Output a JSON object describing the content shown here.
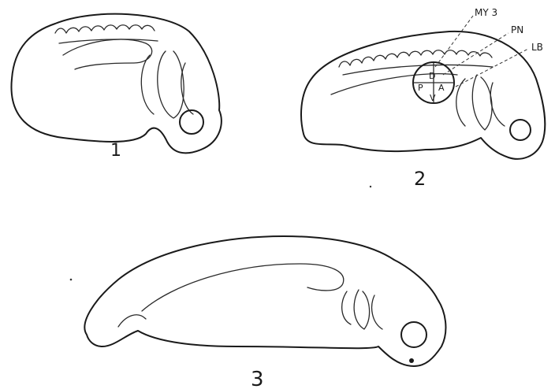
{
  "figures": [
    {
      "id": "1",
      "label": "1"
    },
    {
      "id": "2",
      "label": "2"
    },
    {
      "id": "3",
      "label": "3"
    }
  ],
  "annotations": {
    "my3": "MY 3",
    "pn": "PN",
    "lb": "LB"
  },
  "quadrants": {
    "dorsal": "D",
    "posterior": "P",
    "anterior": "A",
    "ventral": "V"
  },
  "colors": {
    "ink": "#1a1a1a",
    "paper": "#ffffff"
  }
}
